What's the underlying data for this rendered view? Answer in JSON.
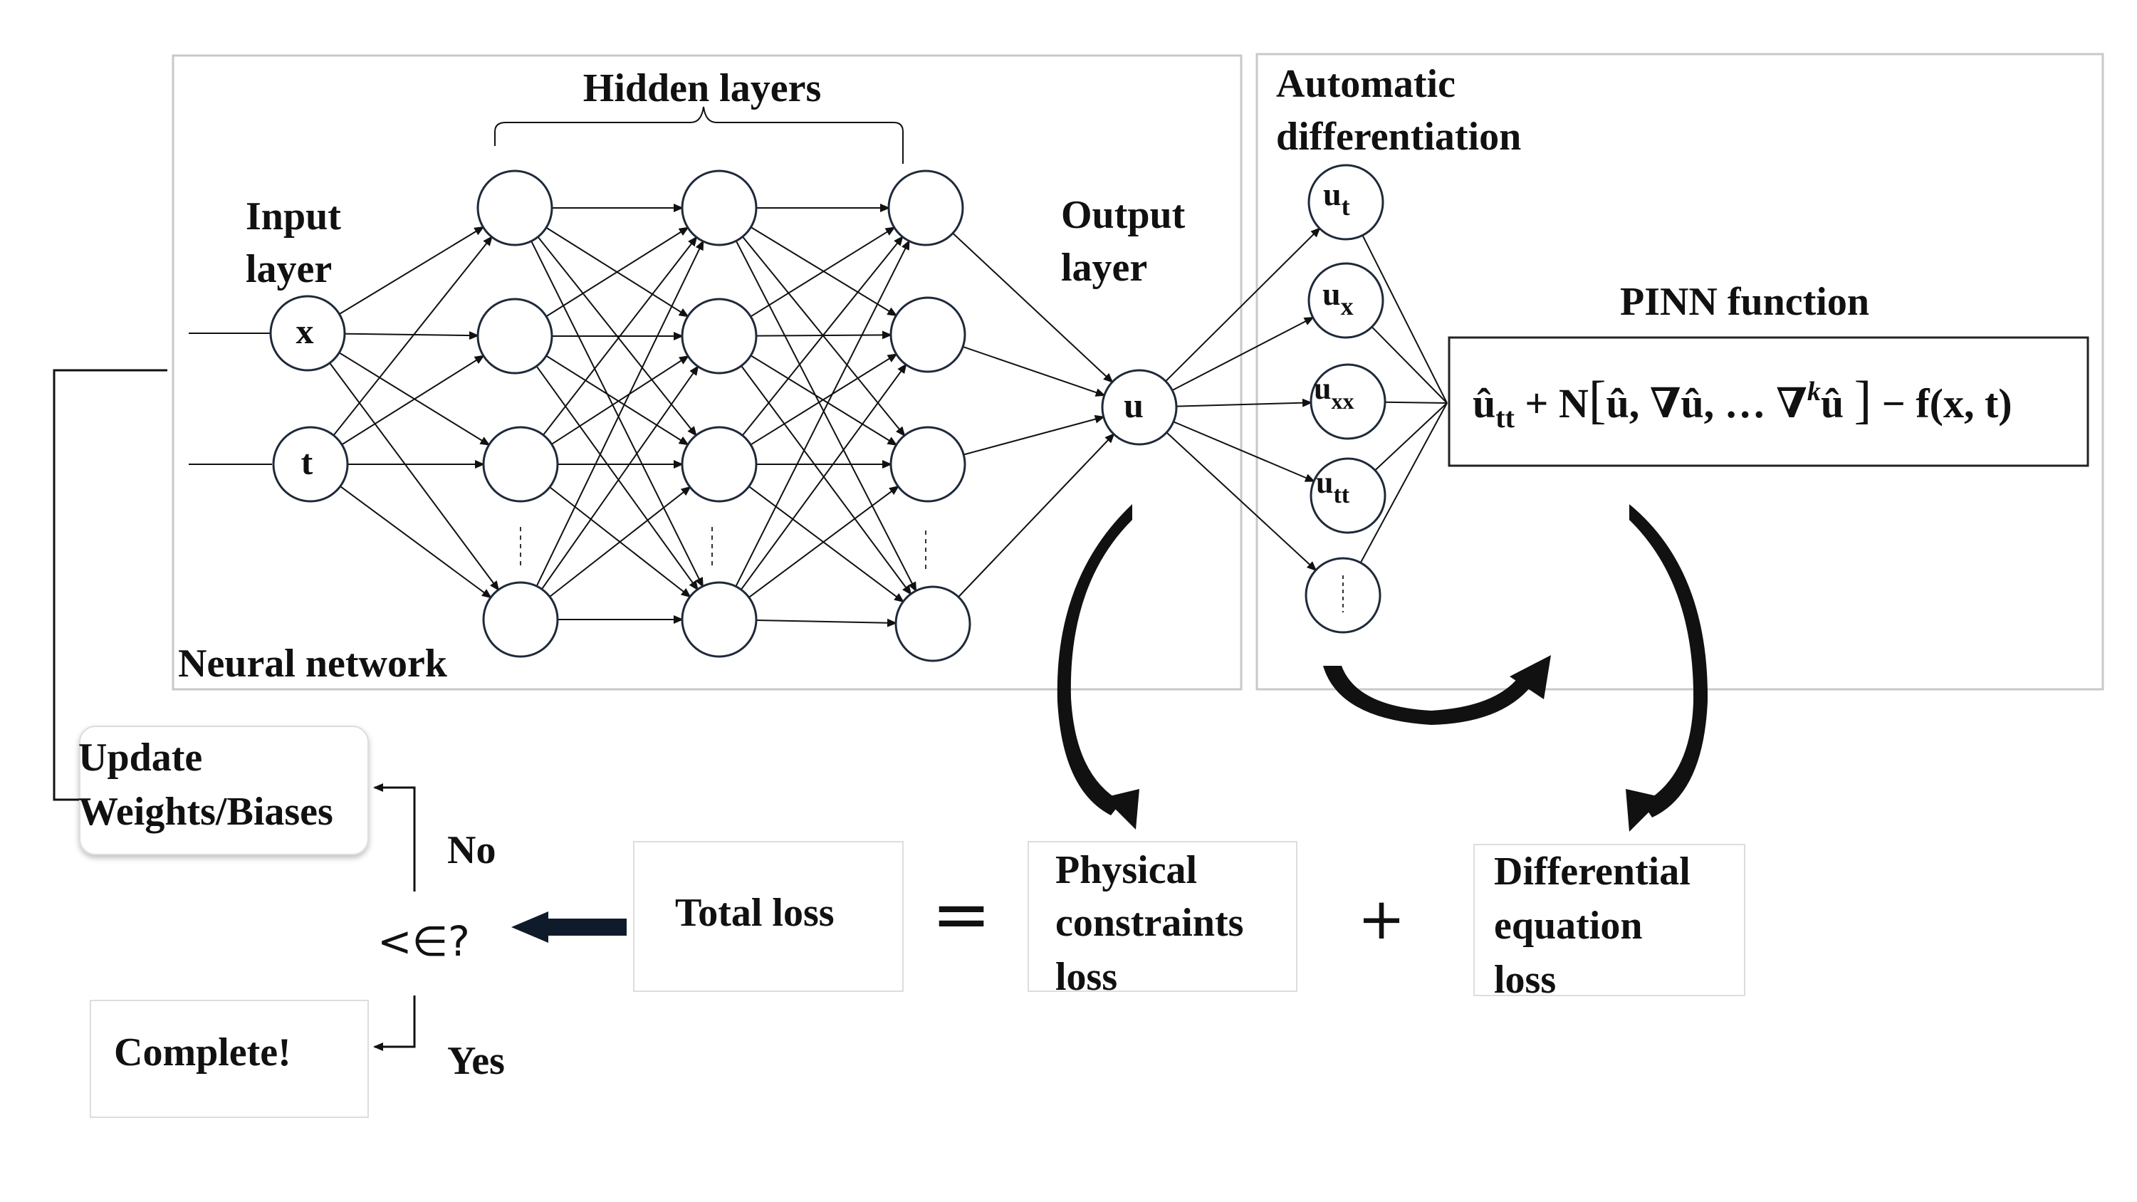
{
  "labels": {
    "hidden_layers": "Hidden layers",
    "input_layer_1": "Input",
    "input_layer_2": "layer",
    "output_layer_1": "Output",
    "output_layer_2": "layer",
    "neural_network": "Neural network",
    "auto_diff_1": "Automatic",
    "auto_diff_2": "differentiation",
    "pinn_function": "PINN function"
  },
  "nodes": {
    "x": "x",
    "t": "t",
    "u": "u",
    "derivatives": [
      {
        "base": "u",
        "sub": "t"
      },
      {
        "base": "u",
        "sub": "x"
      },
      {
        "base": "u",
        "sub": "xx"
      },
      {
        "base": "u",
        "sub": "tt"
      }
    ]
  },
  "pinn_expr": {
    "hat_u_tt_base": "û",
    "hat_u_tt_sub": "tt",
    "plus_N": " + N",
    "bracket_open": "[",
    "args": "û, ∇û, … ∇",
    "k": "k",
    "args_end": "û ",
    "bracket_close": "]",
    "minus_f": " − f(x, t)"
  },
  "flow": {
    "update": [
      "Update",
      "Weights/Biases"
    ],
    "no": "No",
    "yes": "Yes",
    "condition": "<∈?",
    "complete": "Complete!",
    "total_loss": "Total loss",
    "equals": "=",
    "plus": "+",
    "physical_loss": [
      "Physical",
      "constraints",
      "loss"
    ],
    "de_loss": [
      "Differential",
      "equation",
      "loss"
    ]
  }
}
